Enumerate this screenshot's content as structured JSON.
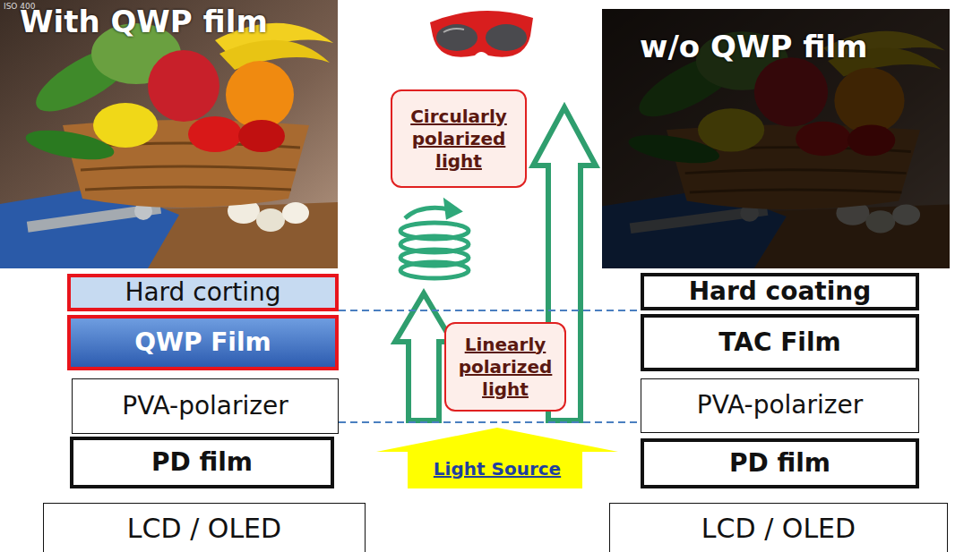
{
  "diagram": {
    "nodes": [
      {
        "text": [
          "With QWP film"
        ]
      },
      {
        "text": [
          "w/o QWP film"
        ]
      },
      {
        "text": [
          "Circularly polarized light"
        ]
      },
      {
        "text": [
          "Linearly polarized light"
        ]
      },
      {
        "text": [
          "Hard corting"
        ]
      },
      {
        "text": [
          "QWP Film"
        ]
      },
      {
        "text": [
          "PVA-polarizer"
        ]
      },
      {
        "text": [
          "PD film"
        ]
      },
      {
        "text": [
          "LCD / OLED"
        ]
      },
      {
        "text": [
          "Hard coating"
        ]
      },
      {
        "text": [
          "TAC Film"
        ]
      },
      {
        "text": [
          "PVA-polarizer"
        ]
      },
      {
        "text": [
          "PD film"
        ]
      },
      {
        "text": [
          "LCD / OLED"
        ]
      },
      {
        "text": [
          "Light Source"
        ]
      }
    ],
    "labels": [
      "ISO 400"
    ]
  }
}
